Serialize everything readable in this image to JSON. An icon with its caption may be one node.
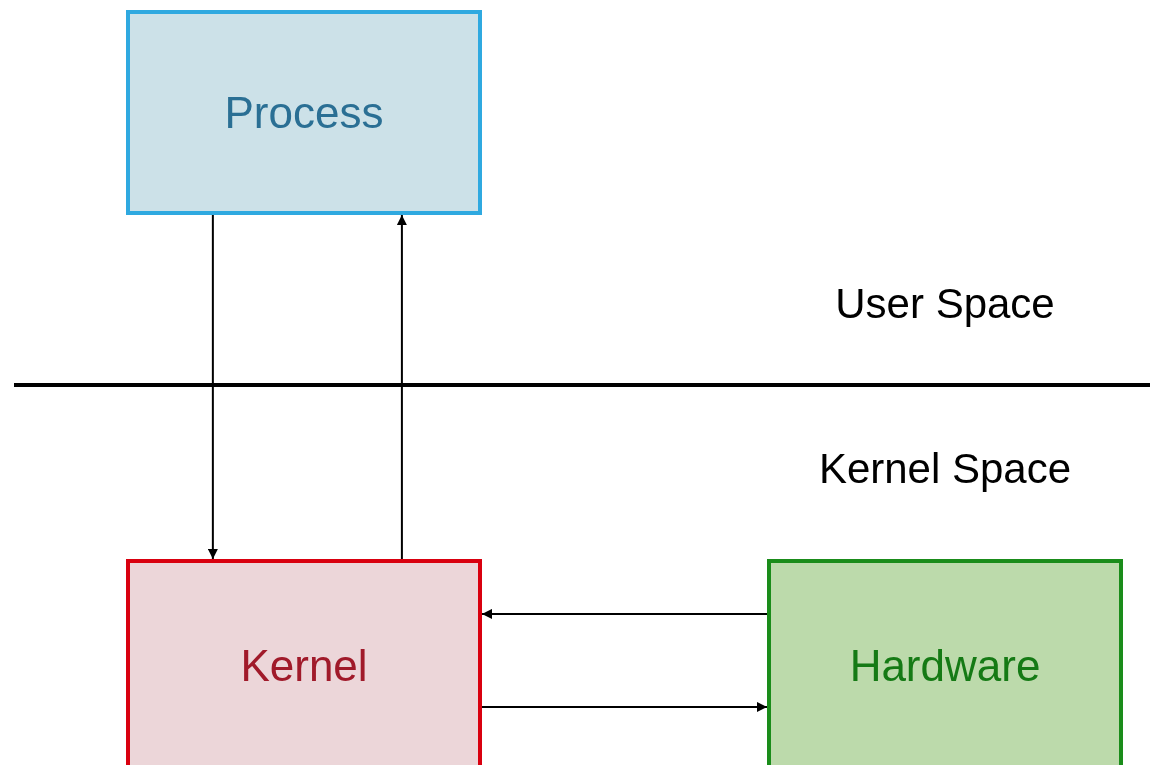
{
  "diagram": {
    "nodes": [
      {
        "text": [
          "Process"
        ]
      },
      {
        "text": [
          "Kernel"
        ]
      },
      {
        "text": [
          "Hardware"
        ]
      }
    ],
    "edges": [
      {
        "from": 0,
        "to": 1,
        "arrow": "to"
      },
      {
        "from": 1,
        "to": 0,
        "arrow": "to"
      },
      {
        "from": 2,
        "to": 1,
        "arrow": "to"
      },
      {
        "from": 1,
        "to": 2,
        "arrow": "to"
      }
    ],
    "labels": [
      "User Space",
      "Kernel Space"
    ]
  }
}
